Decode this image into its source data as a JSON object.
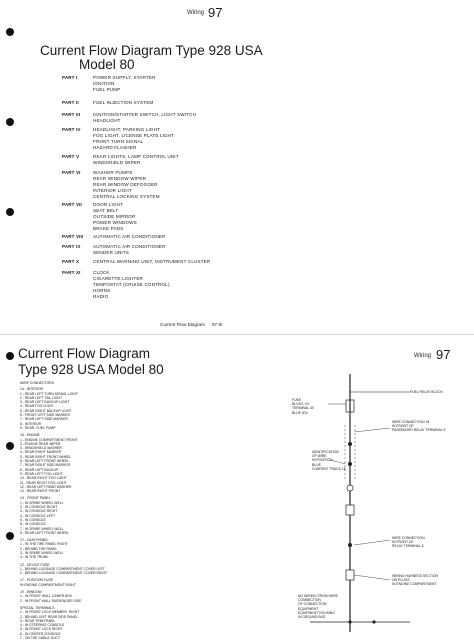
{
  "page1": {
    "header": {
      "wiring_label": "Wiring",
      "page_number": "97"
    },
    "title_line1": "Current Flow Diagram Type 928 USA",
    "title_line2": "Model 80",
    "parts": [
      {
        "label": "PART I",
        "items": [
          "POWER SUPPLY, STARTER",
          "IGNITION",
          "FUEL PUMP"
        ]
      },
      {
        "label": "PART II",
        "items": [
          "FUEL INJECTION SYSTEM"
        ]
      },
      {
        "label": "PART III",
        "items": [
          "IGNITION/STARTER SWITCH, LIGHT SWITCH",
          "HEADLIGHT"
        ]
      },
      {
        "label": "PART IV",
        "items": [
          "HEADLIGHT, PARKING LIGHT",
          "FOG LIGHT, LICENSE PLATE LIGHT",
          "FRONT TURN SIGNAL",
          "HAZARD FLASHER"
        ]
      },
      {
        "label": "PART V",
        "items": [
          "REAR LIGHTS, LAMP CONTROL UNIT",
          "WINDSHIELD WIPER"
        ]
      },
      {
        "label": "PART VI",
        "items": [
          "WASHER PUMPS",
          "REAR WINDOW WIPER",
          "REAR WINDOW DEFOGGER",
          "INTERIOR LIGHT",
          "CENTRAL LOCKING SYSTEM"
        ]
      },
      {
        "label": "PART VII",
        "items": [
          "DOOR LIGHT",
          "SEAT BELT",
          "OUTSIDE MIRROR",
          "POWER WINDOWS",
          "BRAKE PADS"
        ]
      },
      {
        "label": "PART VIII",
        "items": [
          "AUTOMATIC AIR CONDITIONER"
        ]
      },
      {
        "label": "PART IX",
        "items": [
          "AUTOMATIC AIR CONDITIONER",
          "SENDER UNITS"
        ]
      },
      {
        "label": "PART X",
        "items": [
          "CENTRAL WARNING UNIT, INSTRUMENT CLUSTER"
        ]
      },
      {
        "label": "PART XI",
        "items": [
          "CLOCK",
          "CIGARETTE LIGHTER",
          "TEMPOSTAT (CRUISE CONTROL)",
          "HORNS",
          "RADIO"
        ]
      }
    ],
    "footer": {
      "title": "Current Flow Diagram",
      "code": "97-III"
    }
  },
  "page2": {
    "title_line1": "Current Flow Diagram",
    "title_line2": "Type 928 USA    Model 80",
    "header": {
      "wiring_label": "Wiring",
      "page_number": "97"
    },
    "legend_heading": "WIRE CONNECTORS",
    "legend_lines": [
      "14 - INTERIOR",
      "1 - REAR LEFT TURN SIGNAL LIGHT",
      "2 - REAR LEFT TAIL LIGHT",
      "3 - REAR LEFT BACKUP LIGHT",
      "4 - REAR FOG LIGHT",
      "5 - REAR RIGHT BACKUP LIGHT",
      "6 - FRONT LEFT SIDE MARKER",
      "7 - REAR LEFT SIDE MARKER",
      "8 - INTERIOR",
      "9 - REAR, FUEL PUMP",
      "",
      "18 - ENGINE",
      "1 - ENGINE COMPARTMENT FRONT",
      "2 - ENGINE REAR WIPER",
      "3 - WINDSHIELD WASHER",
      "4 - REAR RIGHT MARKER",
      "5 - REAR RIGHT FRONT WHEEL",
      "6 - REAR LEFT FRONT WHEEL",
      "7 - REAR RIGHT SIDE MARKER",
      "8 - REAR LEFT BACKUP",
      "9 - REAR LEFT FOG LIGHT",
      "10 - REAR RIGHT FOG LIGHT",
      "11 - REAR RIGHT FOG LIGHT",
      "12 - REAR LEFT REAR WASHER",
      "13 - REAR RIGHT FRONT",
      "",
      "1X - FRONT PANEL",
      "1 - IN SPARE WHEEL WELL",
      "2 - IN CONSOLE RIGHT",
      "3 - IN CONSOLE RIGHT",
      "4 - IN CONSOLE LEFT",
      "5 - IN CONSOLE",
      "6 - IN CONSOLE",
      "7 - IN SPARE WHEEL WELL",
      "8 - REAR LEFT FRONT WHEEL",
      "",
      "1Y - DASH PANEL",
      "1 - IN THE TIRE PANEL RIGHT",
      "2 - BEHIND THE PANEL",
      "3 - IN SPARE WHEEL WELL",
      "4 - IN THE TRUNK",
      "",
      "1Z - DEVICE FUSE",
      "1 - BEHIND LUGGAGE COMPARTMENT COVER LEFT",
      "2 - BEHIND LUGGAGE COMPARTMENT COVER RIGHT",
      "",
      "17 - POSITION FUSE",
      "IN ENGINE COMPARTMENT RIGHT",
      "",
      "19 - WINDOW",
      "1 - IN FRONT WALL LOWER BOX",
      "2 - IN FRONT WALL PASSENGER SIDE",
      "",
      "SPECIAL TERMINALS",
      "1 - IN FRONT LOCK MEMBER, RIGHT",
      "2 - BEHIND LEFT REAR SIDE PANEL",
      "3 - REAR TRIM PANEL",
      "4 - IN STEERING CONSOLE",
      "5 - IN FRONT LOCK RIGHT",
      "6 - IN CENTER CONSOLE",
      "7 - ON THE CABLE DUCT"
    ],
    "diagram_labels": {
      "fuse_block": [
        "FUSE",
        "BLOCK, IN",
        "TERMINAL 30",
        "BLUE 30V"
      ],
      "fuel_relay": "FUEL RELAY BLOCK",
      "wire_connection_a": [
        "WIRE CONNECTION 18",
        "IN FRONT OF",
        "PASSENGER RELAY TERMINAL 5"
      ],
      "identification": [
        "IDENTIFICATION",
        "OF WIRE",
        "IN POSITION",
        "BLUE",
        "CURRENT TRACK 18"
      ],
      "wire_connection_b": [
        "WIRE CONNECTION",
        "IN FRONT OF",
        "RELAY TERMINAL 5"
      ],
      "wiring_harness": [
        "WIRING HARNESS SECTION",
        "ON PLUGS",
        "IN ENGINE COMPARTMENT"
      ],
      "no_wiring": [
        "NO WIRING FROM HERE",
        "CONNECTION",
        "OF CONNECTION",
        "EQUIPMENT",
        "EQUIPMENT HOUSING",
        "IN GROUND BUS"
      ]
    }
  }
}
